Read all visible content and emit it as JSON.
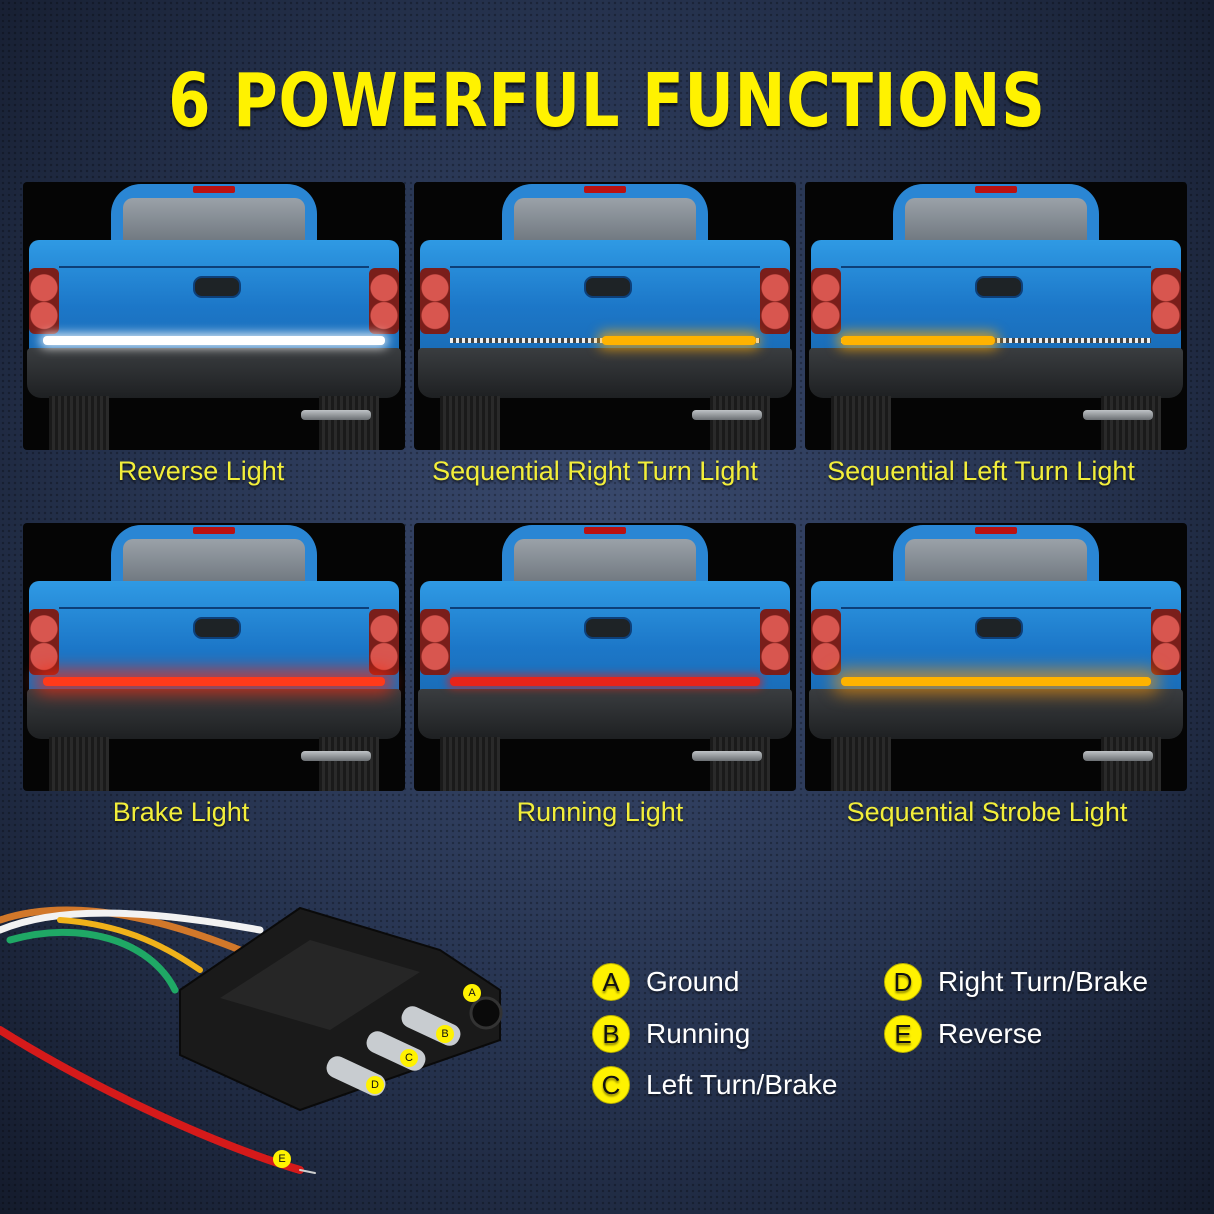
{
  "title": "6 POWERFUL FUNCTIONS",
  "colors": {
    "title": "#fff200",
    "caption": "#f2ee3a",
    "background": "#26334f",
    "truck_body": "#2a86d4",
    "badge": "#fff200",
    "white_light": "#ffffff",
    "amber_light": "#ffb300",
    "red_light": "#ff2a1a"
  },
  "functions": [
    {
      "label": "Reverse Light",
      "light_color": "#ffffff",
      "mode": "full"
    },
    {
      "label": "Sequential Right Turn Light",
      "light_color": "#ffb300",
      "mode": "right"
    },
    {
      "label": "Sequential Left Turn Light",
      "light_color": "#ffb300",
      "mode": "left"
    },
    {
      "label": "Brake Light",
      "light_color": "#ff2a1a",
      "mode": "full"
    },
    {
      "label": "Running Light",
      "light_color": "#e8241a",
      "mode": "full"
    },
    {
      "label": "Sequential Strobe Light",
      "light_color": "#ffb300",
      "mode": "full"
    }
  ],
  "connector": {
    "pins": [
      {
        "letter": "A",
        "label": "Ground"
      },
      {
        "letter": "B",
        "label": "Running"
      },
      {
        "letter": "C",
        "label": "Left Turn/Brake"
      },
      {
        "letter": "D",
        "label": "Right Turn/Brake"
      },
      {
        "letter": "E",
        "label": "Reverse"
      }
    ],
    "wire_colors": [
      "#d2782a",
      "#f2f2f2",
      "#1fa865",
      "#f0b21a",
      "#d51a1a"
    ]
  }
}
